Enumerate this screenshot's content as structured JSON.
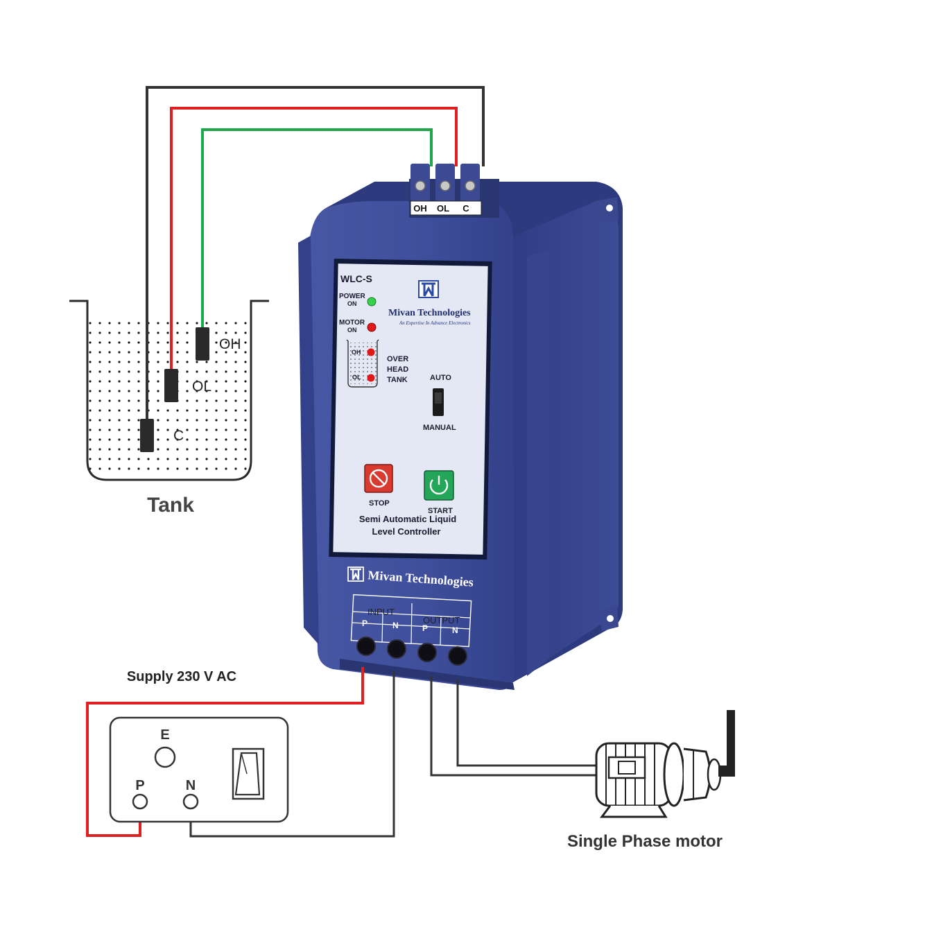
{
  "tank": {
    "title": "Tank",
    "probe_oh": "OH",
    "probe_ol": "OL",
    "probe_c": "C"
  },
  "top_terminal": {
    "oh": "OH",
    "ol": "OL",
    "c": "C"
  },
  "panel": {
    "model": "WLC-S",
    "power": "POWER",
    "power_on": "ON",
    "motor": "MOTOR",
    "motor_on": "ON",
    "oh": "OH",
    "ol": "OL",
    "over": "OVER",
    "head": "HEAD",
    "tank": "TANK",
    "auto": "AUTO",
    "manual": "MANUAL",
    "brand": "Mivan Technologies",
    "tagline": "An Expertise In Advance Electronics",
    "stop": "STOP",
    "start": "START",
    "desc_1": "Semi Automatic Liquid",
    "desc_2": "Level Controller"
  },
  "enclosure": {
    "brand": "Mivan Technologies",
    "input": "INPUT",
    "output": "OUTPUT",
    "in_p": "P",
    "in_n": "N",
    "out_p": "P",
    "out_n": "N"
  },
  "supply": {
    "label": "Supply 230 V AC",
    "e": "E",
    "p": "P",
    "n": "N"
  },
  "motor": {
    "label": "Single Phase motor"
  },
  "colors": {
    "enclosure": "#3d4c96",
    "enclosure_dark": "#2c3878",
    "panel_face": "#e4e8f5",
    "wire_red": "#e02020",
    "wire_green": "#1fa84a",
    "wire_black": "#333333",
    "led_green": "#37d04a",
    "led_red": "#e01818",
    "stop_button": "#d83a30",
    "start_button": "#23a65a"
  }
}
